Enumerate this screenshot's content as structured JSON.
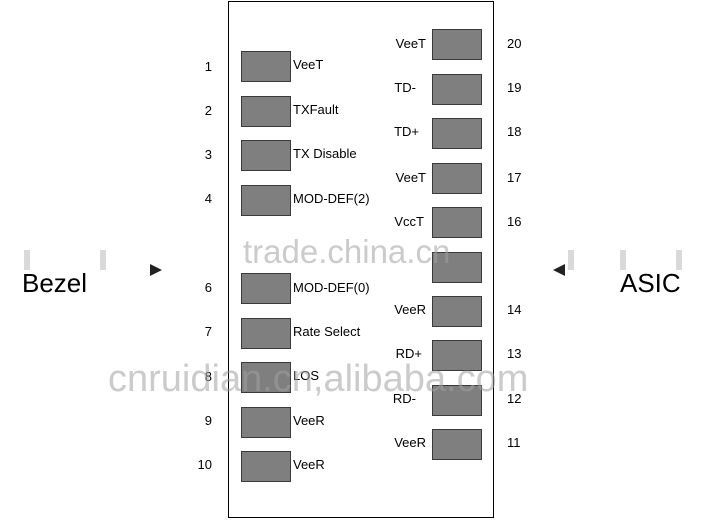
{
  "side_labels": {
    "left": "Bezel",
    "right": "ASIC"
  },
  "watermarks": [
    "trade.china.cn",
    "cnruidian.cn,alibaba.com"
  ],
  "left_pins": [
    {
      "num": "1",
      "label": "VeeT"
    },
    {
      "num": "2",
      "label": "TXFault"
    },
    {
      "num": "3",
      "label": "TX Disable"
    },
    {
      "num": "4",
      "label": "MOD-DEF(2)"
    },
    {
      "num": "6",
      "label": "MOD-DEF(0)"
    },
    {
      "num": "7",
      "label": "Rate Select"
    },
    {
      "num": "8",
      "label": "LOS"
    },
    {
      "num": "9",
      "label": "VeeR"
    },
    {
      "num": "10",
      "label": "VeeR"
    }
  ],
  "right_pins": [
    {
      "num": "20",
      "label": "VeeT"
    },
    {
      "num": "19",
      "label": "TD-"
    },
    {
      "num": "18",
      "label": "TD+"
    },
    {
      "num": "17",
      "label": "VeeT"
    },
    {
      "num": "16",
      "label": "VccT"
    },
    {
      "num": "14",
      "label": "VeeR"
    },
    {
      "num": "13",
      "label": "RD+"
    },
    {
      "num": "12",
      "label": "RD-"
    },
    {
      "num": "11",
      "label": "VeeR"
    }
  ],
  "colors": {
    "pad": "#7f7f7f",
    "pad_border": "#3a3a3a",
    "watermark": "#a0a0a0"
  }
}
